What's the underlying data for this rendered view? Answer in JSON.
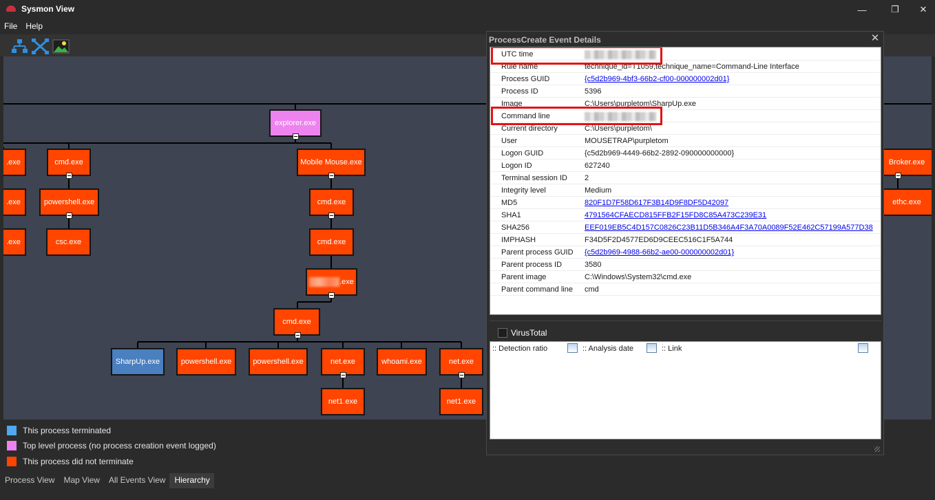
{
  "window": {
    "title": "Sysmon View",
    "minimize_icon": "—",
    "maximize_icon": "❐",
    "close_icon": "✕"
  },
  "menu": [
    "File",
    "Help"
  ],
  "toolbar_icons": [
    "hierarchy-icon",
    "collapse-tree-icon",
    "export-image-icon"
  ],
  "tree": {
    "nodes": {
      "explorer": "explorer.exe",
      "left_top": ".exe",
      "left_mid": ".exe",
      "left_bot": ".exe",
      "cmd1": "cmd.exe",
      "powershell1": "powershell.exe",
      "csc": "csc.exe",
      "mobile_mouse": "Mobile Mouse.exe",
      "cmd2": "cmd.exe",
      "cmd3": "cmd.exe",
      "blurred_exe": ".exe",
      "cmd4": "cmd.exe",
      "sharpup": "SharpUp.exe",
      "powershell2": "powershell.exe",
      "powershell3": "powershell.exe",
      "net1": "net.exe",
      "whoami": "whoami.exe",
      "net2": "net.exe",
      "net1_exe_a": "net1.exe",
      "net1_exe_b": "net1.exe",
      "right_broker": "Broker.exe",
      "right_ethc": "ethc.exe"
    }
  },
  "legend": [
    {
      "label": "This process terminated",
      "color": "#4fa8f0"
    },
    {
      "label": "Top level process (no process creation event logged)",
      "color": "#ee82ee"
    },
    {
      "label": "This process did not terminate",
      "color": "#ff4500"
    }
  ],
  "tabs": [
    "Process View",
    "Map View",
    "All Events View",
    "Hierarchy"
  ],
  "active_tab": "Hierarchy",
  "dialog": {
    "title": "ProcessCreate Event Details",
    "close_icon": "✕",
    "fields": [
      {
        "key": "UTC time",
        "value": ""
      },
      {
        "key": "Rule name",
        "value": "technique_id=T1059,technique_name=Command-Line Interface"
      },
      {
        "key": "Process GUID",
        "value": "{c5d2b969-4bf3-66b2-cf00-000000002d01}"
      },
      {
        "key": "Process ID",
        "value": "5396"
      },
      {
        "key": "Image",
        "value": "C:\\Users\\purpletom\\SharpUp.exe"
      },
      {
        "key": "Command line",
        "value": ""
      },
      {
        "key": "Current directory",
        "value": "C:\\Users\\purpletom\\"
      },
      {
        "key": "User",
        "value": "MOUSETRAP\\purpletom"
      },
      {
        "key": "Logon GUID",
        "value": "{c5d2b969-4449-66b2-2892-090000000000}"
      },
      {
        "key": "Logon ID",
        "value": "627240"
      },
      {
        "key": "Terminal session ID",
        "value": "2"
      },
      {
        "key": "Integrity level",
        "value": "Medium"
      },
      {
        "key": "MD5",
        "value": "820F1D7F58D617F3B14D9F8DF5D42097"
      },
      {
        "key": "SHA1",
        "value": "4791564CFAECD815FFB2F15FD8C85A473C239E31"
      },
      {
        "key": "SHA256",
        "value": "EEF019EB5C4D157C0826C23B11D5B346A4F3A70A0089F52E462C57199A577D38"
      },
      {
        "key": "IMPHASH",
        "value": "F34D5F2D4577ED6D9CEEC516C1F5A744"
      },
      {
        "key": "Parent process GUID",
        "value": "{c5d2b969-4988-66b2-ae00-000000002d01}"
      },
      {
        "key": "Parent process ID",
        "value": "3580"
      },
      {
        "key": "Parent image",
        "value": "C:\\Windows\\System32\\cmd.exe"
      },
      {
        "key": "Parent command line",
        "value": "cmd"
      }
    ],
    "virustotal": {
      "label": "VirusTotal",
      "columns": [
        ":: Detection ratio",
        ":: Analysis date",
        ":: Link"
      ]
    }
  }
}
